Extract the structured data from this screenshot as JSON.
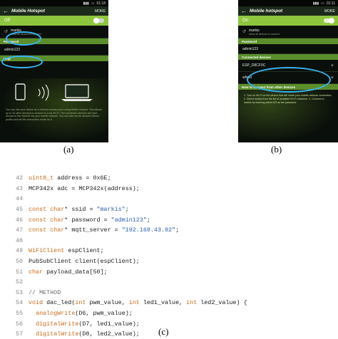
{
  "phone_a": {
    "status_time": "01:18",
    "title": "Mobile Hotspot",
    "more": "MORE",
    "toggle_state": "Off",
    "network_name": "markis",
    "network_sub": "Allow all devices to connect",
    "section_password": "Password",
    "password_value": "admin123",
    "section_help": "Help",
    "info": "You can use your device as a Internet access point using Mobile hotspot. This allows up to 10 other devices to connect to it via Wi-Fi. The connected devices will have access to the Internet via your mobile network. You can also set an allowed device profile and set the connection mode for it."
  },
  "phone_b": {
    "status_time": "01:11",
    "title": "Mobile hotspot",
    "more": "MORE",
    "toggle_state": "On",
    "network_name": "markis",
    "network_sub": "Allow all devices to connect",
    "section_password": "Password",
    "password_value": "admin123",
    "section_connected": "Connected devices",
    "device_1": "ESP_D8CF0C",
    "device_2": "wheel",
    "section_how": "How to connect from other devices",
    "steps": "1. Turn on Wi-Fi on the device that will share your mobile network connection. 2. Select markis from the list of available Wi-Fi networks. 3. Connect to markis by entering admin123 as the password."
  },
  "captions": {
    "a": "(a)",
    "b": "(b)",
    "c": "(c)"
  },
  "code": [
    {
      "n": "42",
      "parts": [
        [
          "type",
          "uint8_t"
        ],
        [
          "plain",
          " address = 0x6E;"
        ]
      ]
    },
    {
      "n": "43",
      "parts": [
        [
          "plain",
          "MCP342x adc = MCP342x(address);"
        ]
      ]
    },
    {
      "n": "44",
      "parts": []
    },
    {
      "n": "45",
      "parts": [
        [
          "kw",
          "const char"
        ],
        [
          "plain",
          "* ssid = "
        ],
        [
          "str",
          "\"markis\""
        ],
        [
          "plain",
          ";"
        ]
      ]
    },
    {
      "n": "46",
      "parts": [
        [
          "kw",
          "const char"
        ],
        [
          "plain",
          "* password = "
        ],
        [
          "str",
          "\"admin123\""
        ],
        [
          "plain",
          ";"
        ]
      ]
    },
    {
      "n": "47",
      "parts": [
        [
          "kw",
          "const char"
        ],
        [
          "plain",
          "* mqtt_server = "
        ],
        [
          "str",
          "\"192.168.43.92\""
        ],
        [
          "plain",
          ";"
        ]
      ]
    },
    {
      "n": "48",
      "parts": []
    },
    {
      "n": "49",
      "parts": [
        [
          "type",
          "WiFiClient"
        ],
        [
          "plain",
          " espClient;"
        ]
      ]
    },
    {
      "n": "50",
      "parts": [
        [
          "plain",
          "PubSubClient client(espClient);"
        ]
      ]
    },
    {
      "n": "51",
      "parts": [
        [
          "kw",
          "char"
        ],
        [
          "plain",
          " payload_data[50];"
        ]
      ]
    },
    {
      "n": "52",
      "parts": []
    },
    {
      "n": "53",
      "parts": [
        [
          "cm",
          "// METHOD"
        ]
      ]
    },
    {
      "n": "54",
      "parts": [
        [
          "kw",
          "void"
        ],
        [
          "plain",
          " dac_led("
        ],
        [
          "kw",
          "int"
        ],
        [
          "plain",
          " pwm_value, "
        ],
        [
          "kw",
          "int"
        ],
        [
          "plain",
          " led1_value, "
        ],
        [
          "kw",
          "int"
        ],
        [
          "plain",
          " led2_value) {"
        ]
      ]
    },
    {
      "n": "55",
      "parts": [
        [
          "plain",
          "  "
        ],
        [
          "fn",
          "analogWrite"
        ],
        [
          "plain",
          "(D6, pwm_value);"
        ]
      ]
    },
    {
      "n": "56",
      "parts": [
        [
          "plain",
          "  "
        ],
        [
          "fn",
          "digitalWrite"
        ],
        [
          "plain",
          "(D7, led1_value);"
        ]
      ]
    },
    {
      "n": "57",
      "parts": [
        [
          "plain",
          "  "
        ],
        [
          "fn",
          "digitalWrite"
        ],
        [
          "plain",
          "(D8, led2_value);"
        ]
      ]
    }
  ]
}
